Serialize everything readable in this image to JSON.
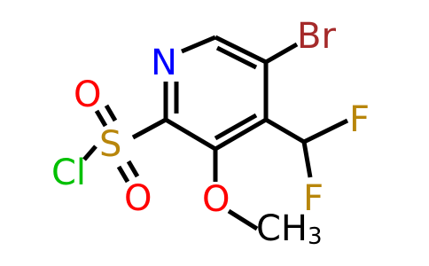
{
  "molecule": {
    "atoms": {
      "N": "N",
      "Br": "Br",
      "F_top": "F",
      "F_bottom": "F",
      "O_methoxy": "O",
      "CH3_C": "CH",
      "CH3_sub": "3",
      "S": "S",
      "O_sulfonyl_top": "O",
      "O_sulfonyl_bottom": "O",
      "Cl": "Cl"
    },
    "colors": {
      "carbon_bond": "#000000",
      "nitrogen": "#0000FF",
      "bromine": "#A52A2A",
      "fluorine": "#B8860B",
      "oxygen": "#FF0000",
      "sulfur": "#B8860B",
      "chlorine": "#00C000"
    }
  }
}
